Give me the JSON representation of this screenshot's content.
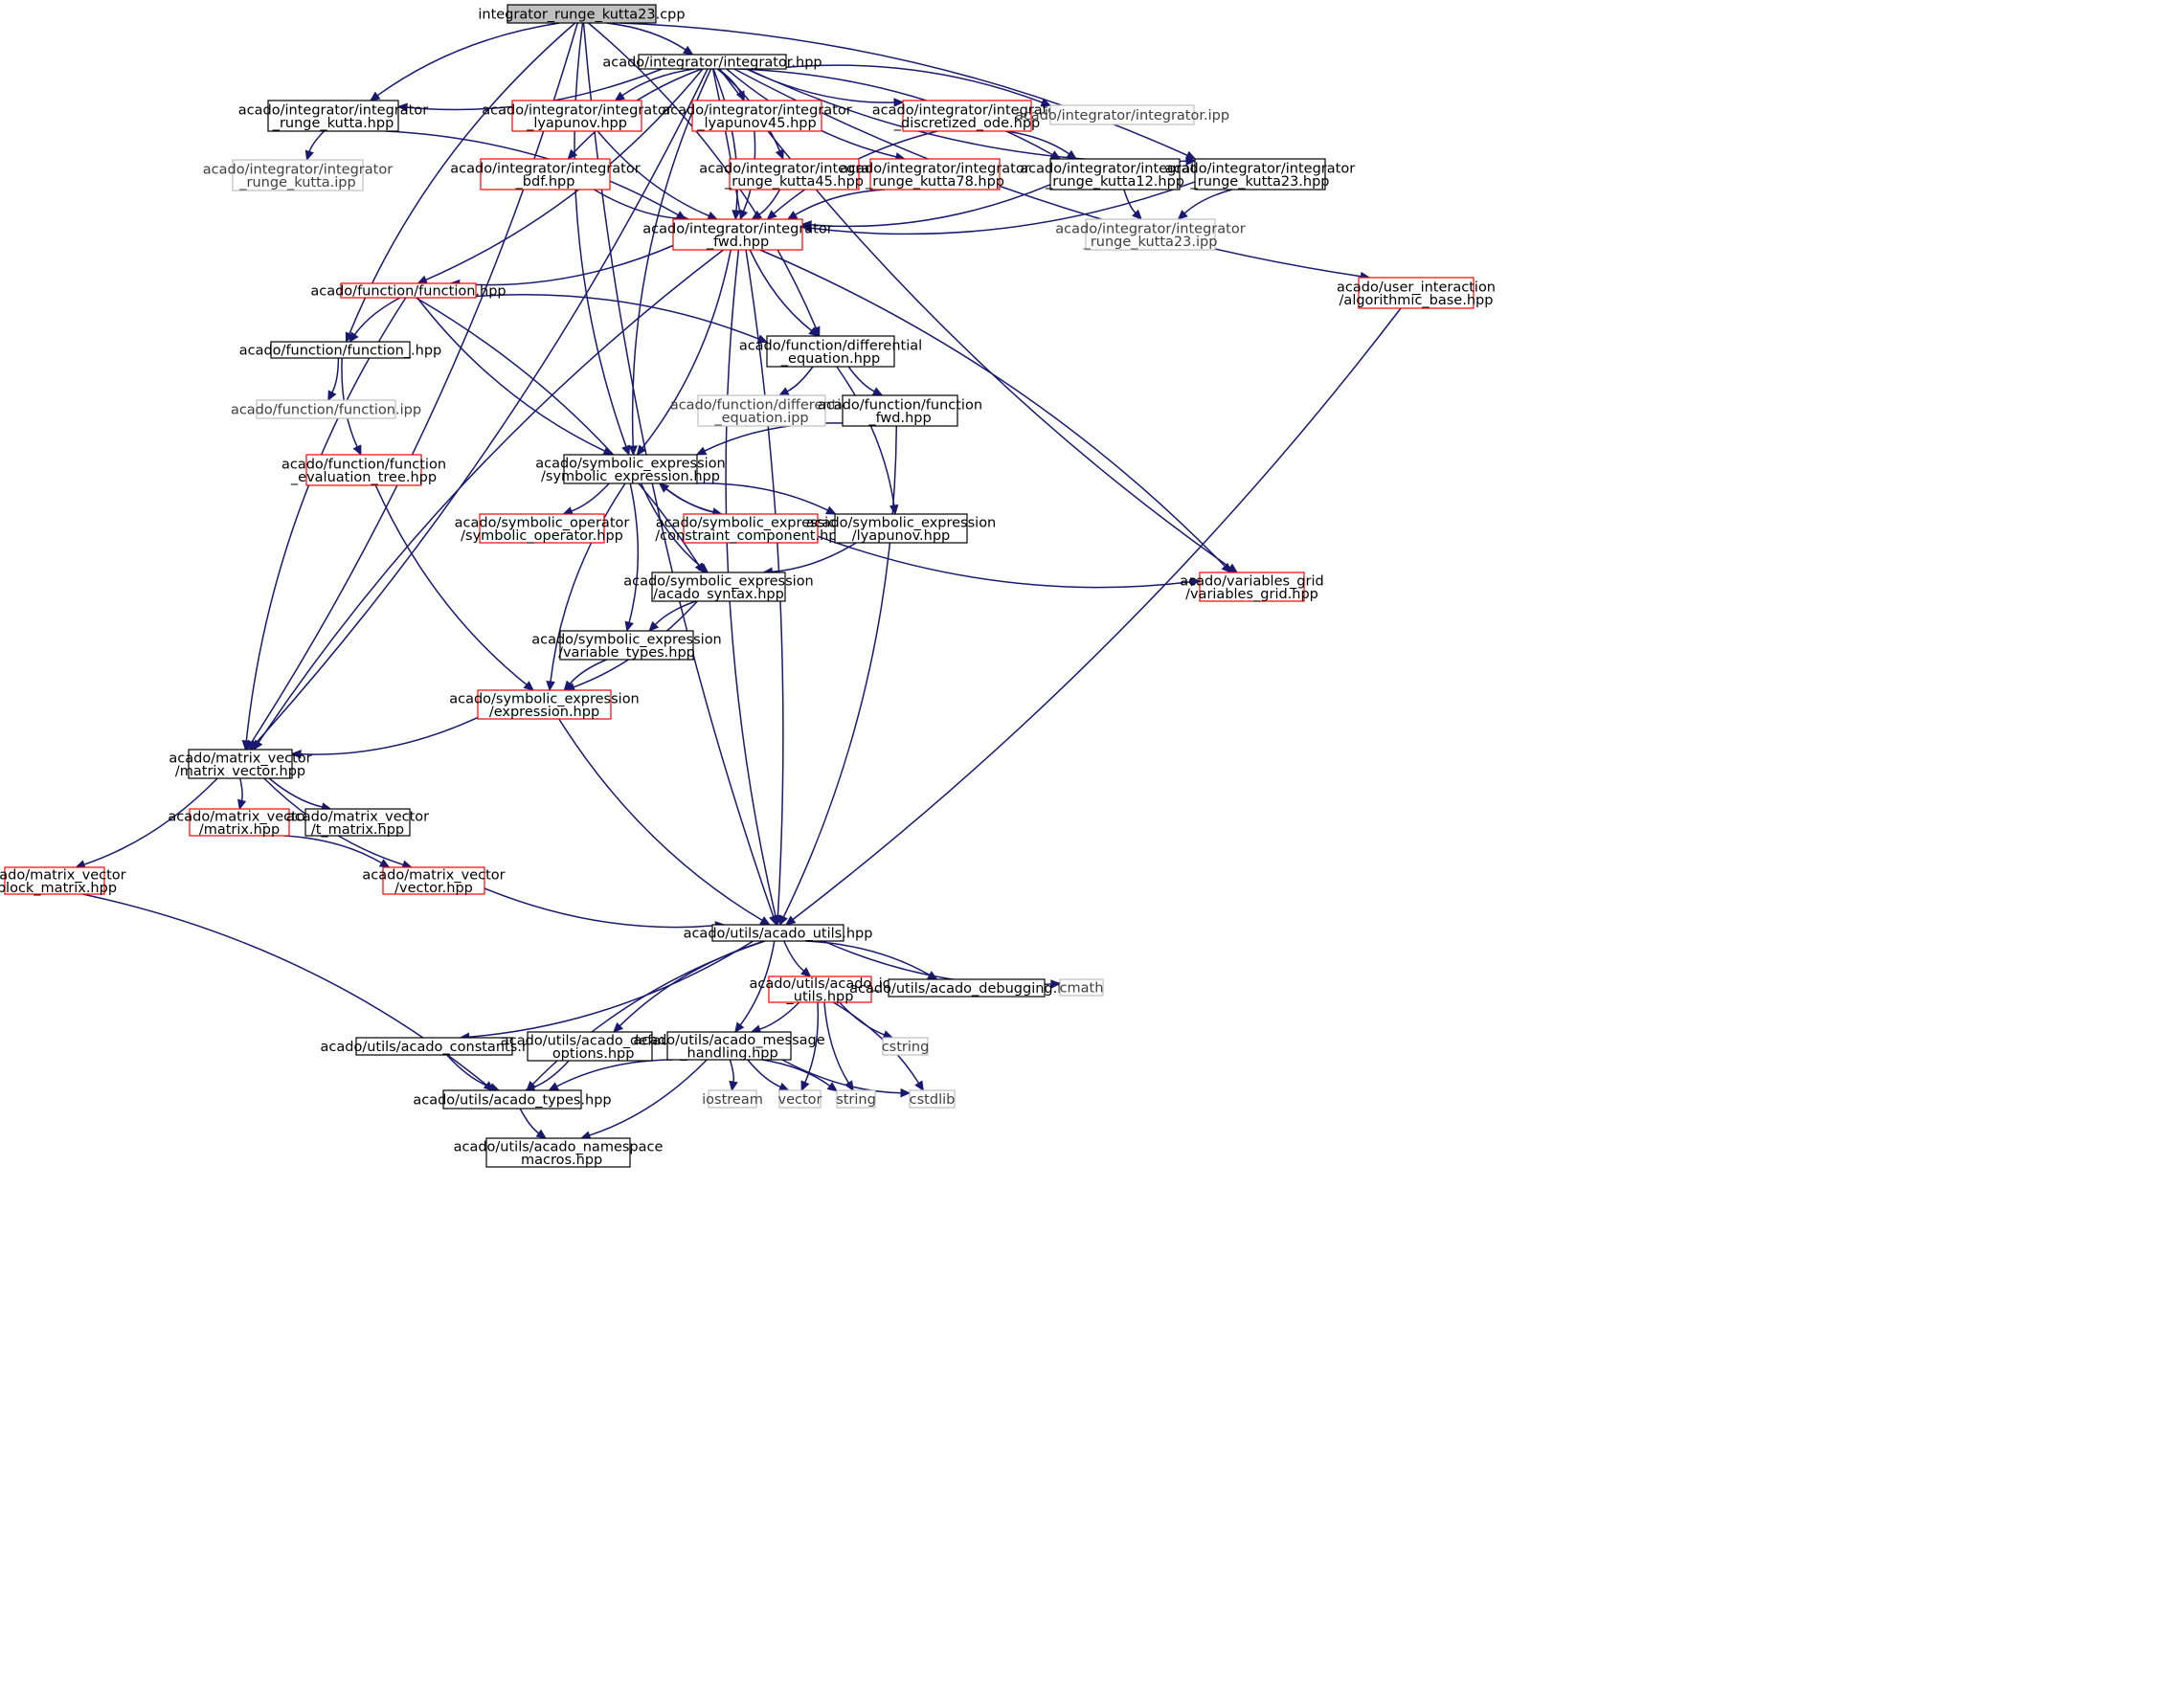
{
  "graph_title": "integrator_runge_kutta23.cpp",
  "colors": {
    "edge": "#191970",
    "root_fill": "#bfbfbf",
    "documented_border": "#000000",
    "undocumented_border": "#ff0000",
    "external_border": "#bfbfbf",
    "external_text": "#404040"
  },
  "nodes": [
    {
      "id": "root",
      "kind": "root",
      "lines": [
        "integrator_runge_kutta23.cpp"
      ]
    },
    {
      "id": "integrator",
      "kind": "normal",
      "lines": [
        "acado/integrator/integrator.hpp"
      ]
    },
    {
      "id": "rk",
      "kind": "normal",
      "lines": [
        "acado/integrator/integrator",
        "_runge_kutta.hpp"
      ]
    },
    {
      "id": "lyap",
      "kind": "red",
      "lines": [
        "acado/integrator/integrator",
        "_lyapunov.hpp"
      ]
    },
    {
      "id": "lyap45",
      "kind": "red",
      "lines": [
        "acado/integrator/integrator",
        "_lyapunov45.hpp"
      ]
    },
    {
      "id": "discode",
      "kind": "red",
      "lines": [
        "acado/integrator/integrator",
        "_discretized_ode.hpp"
      ]
    },
    {
      "id": "integipp",
      "kind": "ext",
      "lines": [
        "acado/integrator/integrator.ipp"
      ]
    },
    {
      "id": "rkipp",
      "kind": "ext",
      "lines": [
        "acado/integrator/integrator",
        "_runge_kutta.ipp"
      ]
    },
    {
      "id": "bdf",
      "kind": "red",
      "lines": [
        "acado/integrator/integrator",
        "_bdf.hpp"
      ]
    },
    {
      "id": "rk45",
      "kind": "red",
      "lines": [
        "acado/integrator/integrator",
        "_runge_kutta45.hpp"
      ]
    },
    {
      "id": "rk78",
      "kind": "red",
      "lines": [
        "acado/integrator/integrator",
        "_runge_kutta78.hpp"
      ]
    },
    {
      "id": "rk12",
      "kind": "normal",
      "lines": [
        "acado/integrator/integrator",
        "_runge_kutta12.hpp"
      ]
    },
    {
      "id": "rk23",
      "kind": "normal",
      "lines": [
        "acado/integrator/integrator",
        "_runge_kutta23.hpp"
      ]
    },
    {
      "id": "fwd",
      "kind": "red",
      "lines": [
        "acado/integrator/integrator",
        "_fwd.hpp"
      ]
    },
    {
      "id": "rk23ipp",
      "kind": "ext",
      "lines": [
        "acado/integrator/integrator",
        "_runge_kutta23.ipp"
      ]
    },
    {
      "id": "userint",
      "kind": "red",
      "lines": [
        "acado/user_interaction",
        "/algorithmic_base.hpp"
      ]
    },
    {
      "id": "function",
      "kind": "red",
      "lines": [
        "acado/function/function.hpp"
      ]
    },
    {
      "id": "function_",
      "kind": "normal",
      "lines": [
        "acado/function/function_.hpp"
      ]
    },
    {
      "id": "diffeq",
      "kind": "normal",
      "lines": [
        "acado/function/differential",
        "_equation.hpp"
      ]
    },
    {
      "id": "funcipp",
      "kind": "ext",
      "lines": [
        "acado/function/function.ipp"
      ]
    },
    {
      "id": "diffeqipp",
      "kind": "ext",
      "lines": [
        "acado/function/differential",
        "_equation.ipp"
      ]
    },
    {
      "id": "funcfwd",
      "kind": "normal",
      "lines": [
        "acado/function/function",
        "_fwd.hpp"
      ]
    },
    {
      "id": "evaltree",
      "kind": "red",
      "lines": [
        "acado/function/function",
        "_evaluation_tree.hpp"
      ]
    },
    {
      "id": "symexpr",
      "kind": "normal",
      "lines": [
        "acado/symbolic_expression",
        "/symbolic_expression.hpp"
      ]
    },
    {
      "id": "symop",
      "kind": "red",
      "lines": [
        "acado/symbolic_operator",
        "/symbolic_operator.hpp"
      ]
    },
    {
      "id": "constr",
      "kind": "red",
      "lines": [
        "acado/symbolic_expression",
        "/constraint_component.hpp"
      ]
    },
    {
      "id": "symlyap",
      "kind": "normal",
      "lines": [
        "acado/symbolic_expression",
        "/lyapunov.hpp"
      ]
    },
    {
      "id": "vargrid",
      "kind": "red",
      "lines": [
        "acado/variables_grid",
        "/variables_grid.hpp"
      ]
    },
    {
      "id": "syntax",
      "kind": "normal",
      "lines": [
        "acado/symbolic_expression",
        "/acado_syntax.hpp"
      ]
    },
    {
      "id": "vartypes",
      "kind": "normal",
      "lines": [
        "acado/symbolic_expression",
        "/variable_types.hpp"
      ]
    },
    {
      "id": "expr",
      "kind": "red",
      "lines": [
        "acado/symbolic_expression",
        "/expression.hpp"
      ]
    },
    {
      "id": "matvec",
      "kind": "normal",
      "lines": [
        "acado/matrix_vector",
        "/matrix_vector.hpp"
      ]
    },
    {
      "id": "matrix",
      "kind": "red",
      "lines": [
        "acado/matrix_vector",
        "/matrix.hpp"
      ]
    },
    {
      "id": "tmatrix",
      "kind": "normal",
      "lines": [
        "acado/matrix_vector",
        "/t_matrix.hpp"
      ]
    },
    {
      "id": "blockm",
      "kind": "red",
      "lines": [
        "acado/matrix_vector",
        "/block_matrix.hpp"
      ]
    },
    {
      "id": "vector",
      "kind": "red",
      "lines": [
        "acado/matrix_vector",
        "/vector.hpp"
      ]
    },
    {
      "id": "utils",
      "kind": "normal",
      "lines": [
        "acado/utils/acado_utils.hpp"
      ]
    },
    {
      "id": "ioutils",
      "kind": "red",
      "lines": [
        "acado/utils/acado_io",
        "_utils.hpp"
      ]
    },
    {
      "id": "debugging",
      "kind": "normal",
      "lines": [
        "acado/utils/acado_debugging.hpp"
      ]
    },
    {
      "id": "cmath",
      "kind": "ext",
      "lines": [
        "cmath"
      ]
    },
    {
      "id": "constants",
      "kind": "normal",
      "lines": [
        "acado/utils/acado_constants.hpp"
      ]
    },
    {
      "id": "defopts",
      "kind": "normal",
      "lines": [
        "acado/utils/acado_default",
        "_options.hpp"
      ]
    },
    {
      "id": "msg",
      "kind": "normal",
      "lines": [
        "acado/utils/acado_message",
        "_handling.hpp"
      ]
    },
    {
      "id": "cstring",
      "kind": "ext",
      "lines": [
        "cstring"
      ]
    },
    {
      "id": "types",
      "kind": "normal",
      "lines": [
        "acado/utils/acado_types.hpp"
      ]
    },
    {
      "id": "iostream",
      "kind": "ext",
      "lines": [
        "iostream"
      ]
    },
    {
      "id": "vectorstd",
      "kind": "ext",
      "lines": [
        "vector"
      ]
    },
    {
      "id": "string",
      "kind": "ext",
      "lines": [
        "string"
      ]
    },
    {
      "id": "cstdlib",
      "kind": "ext",
      "lines": [
        "cstdlib"
      ]
    },
    {
      "id": "nsmacros",
      "kind": "normal",
      "lines": [
        "acado/utils/acado_namespace",
        "_macros.hpp"
      ]
    }
  ],
  "edges": [
    [
      "root",
      "integrator"
    ],
    [
      "root",
      "rk"
    ],
    [
      "root",
      "rk23"
    ],
    [
      "root",
      "function_"
    ],
    [
      "root",
      "diffeq"
    ],
    [
      "root",
      "symexpr"
    ],
    [
      "root",
      "matvec"
    ],
    [
      "root",
      "utils"
    ],
    [
      "integrator",
      "rk"
    ],
    [
      "integrator",
      "lyap"
    ],
    [
      "integrator",
      "lyap45"
    ],
    [
      "integrator",
      "discode"
    ],
    [
      "integrator",
      "integipp"
    ],
    [
      "integrator",
      "bdf"
    ],
    [
      "integrator",
      "rk45"
    ],
    [
      "integrator",
      "rk78"
    ],
    [
      "integrator",
      "rk12"
    ],
    [
      "integrator",
      "rk23"
    ],
    [
      "integrator",
      "fwd"
    ],
    [
      "integrator",
      "userint"
    ],
    [
      "integrator",
      "function"
    ],
    [
      "integrator",
      "symexpr"
    ],
    [
      "integrator",
      "matvec"
    ],
    [
      "integrator",
      "vargrid"
    ],
    [
      "integrator",
      "utils"
    ],
    [
      "rk",
      "rkipp"
    ],
    [
      "rk",
      "fwd"
    ],
    [
      "lyap",
      "fwd"
    ],
    [
      "lyap45",
      "fwd"
    ],
    [
      "discode",
      "fwd"
    ],
    [
      "discode",
      "rk12"
    ],
    [
      "bdf",
      "fwd"
    ],
    [
      "rk45",
      "fwd"
    ],
    [
      "rk78",
      "fwd"
    ],
    [
      "rk12",
      "fwd"
    ],
    [
      "rk12",
      "rk23ipp"
    ],
    [
      "rk23",
      "fwd"
    ],
    [
      "rk23",
      "rk23ipp"
    ],
    [
      "fwd",
      "function"
    ],
    [
      "fwd",
      "diffeq"
    ],
    [
      "fwd",
      "symexpr"
    ],
    [
      "fwd",
      "matvec"
    ],
    [
      "fwd",
      "vargrid"
    ],
    [
      "fwd",
      "utils"
    ],
    [
      "userint",
      "utils"
    ],
    [
      "function",
      "function_"
    ],
    [
      "function",
      "diffeq"
    ],
    [
      "function",
      "symexpr"
    ],
    [
      "function",
      "syntax"
    ],
    [
      "function",
      "matvec"
    ],
    [
      "function_",
      "funcipp"
    ],
    [
      "function_",
      "evaltree"
    ],
    [
      "diffeq",
      "diffeqipp"
    ],
    [
      "diffeq",
      "funcfwd"
    ],
    [
      "diffeq",
      "symlyap"
    ],
    [
      "funcfwd",
      "symexpr"
    ],
    [
      "funcfwd",
      "utils"
    ],
    [
      "evaltree",
      "expr"
    ],
    [
      "symexpr",
      "symop"
    ],
    [
      "symexpr",
      "constr"
    ],
    [
      "symexpr",
      "symlyap"
    ],
    [
      "symexpr",
      "syntax"
    ],
    [
      "symexpr",
      "vartypes"
    ],
    [
      "symexpr",
      "expr"
    ],
    [
      "constr",
      "symexpr"
    ],
    [
      "constr",
      "vargrid"
    ],
    [
      "symlyap",
      "syntax"
    ],
    [
      "syntax",
      "vartypes"
    ],
    [
      "syntax",
      "expr"
    ],
    [
      "vartypes",
      "expr"
    ],
    [
      "expr",
      "matvec"
    ],
    [
      "expr",
      "utils"
    ],
    [
      "matvec",
      "matrix"
    ],
    [
      "matvec",
      "tmatrix"
    ],
    [
      "matvec",
      "blockm"
    ],
    [
      "matvec",
      "vector"
    ],
    [
      "matrix",
      "vector"
    ],
    [
      "vector",
      "utils"
    ],
    [
      "blockm",
      "types"
    ],
    [
      "utils",
      "ioutils"
    ],
    [
      "utils",
      "debugging"
    ],
    [
      "utils",
      "cmath"
    ],
    [
      "utils",
      "constants"
    ],
    [
      "utils",
      "defopts"
    ],
    [
      "utils",
      "msg"
    ],
    [
      "utils",
      "types"
    ],
    [
      "ioutils",
      "msg"
    ],
    [
      "ioutils",
      "cstring"
    ],
    [
      "ioutils",
      "vectorstd"
    ],
    [
      "ioutils",
      "string"
    ],
    [
      "ioutils",
      "cstdlib"
    ],
    [
      "constants",
      "types"
    ],
    [
      "defopts",
      "types"
    ],
    [
      "msg",
      "types"
    ],
    [
      "msg",
      "iostream"
    ],
    [
      "msg",
      "vectorstd"
    ],
    [
      "msg",
      "string"
    ],
    [
      "msg",
      "cstdlib"
    ],
    [
      "msg",
      "nsmacros"
    ],
    [
      "types",
      "nsmacros"
    ]
  ]
}
